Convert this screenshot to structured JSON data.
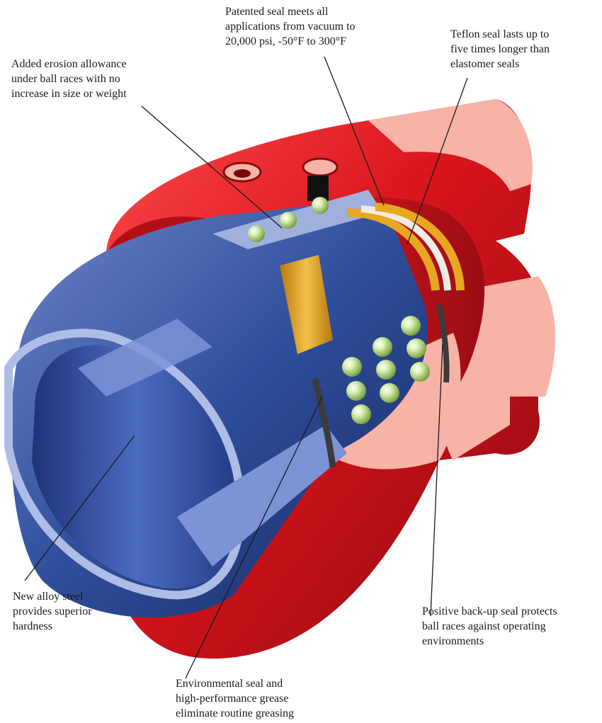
{
  "callouts": {
    "patented_seal": "Patented seal meets all\napplications from vacuum to\n20,000 psi, -50°F to 300°F",
    "teflon_seal": "Teflon seal lasts up to\nfive times longer than\nelastomer seals",
    "erosion_allowance": "Added erosion allowance\nunder ball races with no\nincrease in size or weight",
    "alloy_steel": "New alloy steel\nprovides superior\nhardness",
    "backup_seal": "Positive back-up seal protects\nball races against operating\nenvironments",
    "environmental_seal": "Environmental seal and\nhigh-performance grease\neliminate routine greasing"
  },
  "colors": {
    "housing_red": "#d8141c",
    "housing_dark": "#8c0a10",
    "housing_cut": "#f7b3a6",
    "steel_blue": "#2f4f9c",
    "steel_dark": "#18265e",
    "steel_light": "#9fb0dc",
    "bore_blue": "#3e5fb0",
    "seal_gold": "#e7a722",
    "seal_white": "#f1ece2",
    "ball_green": "#cfeaa0"
  }
}
